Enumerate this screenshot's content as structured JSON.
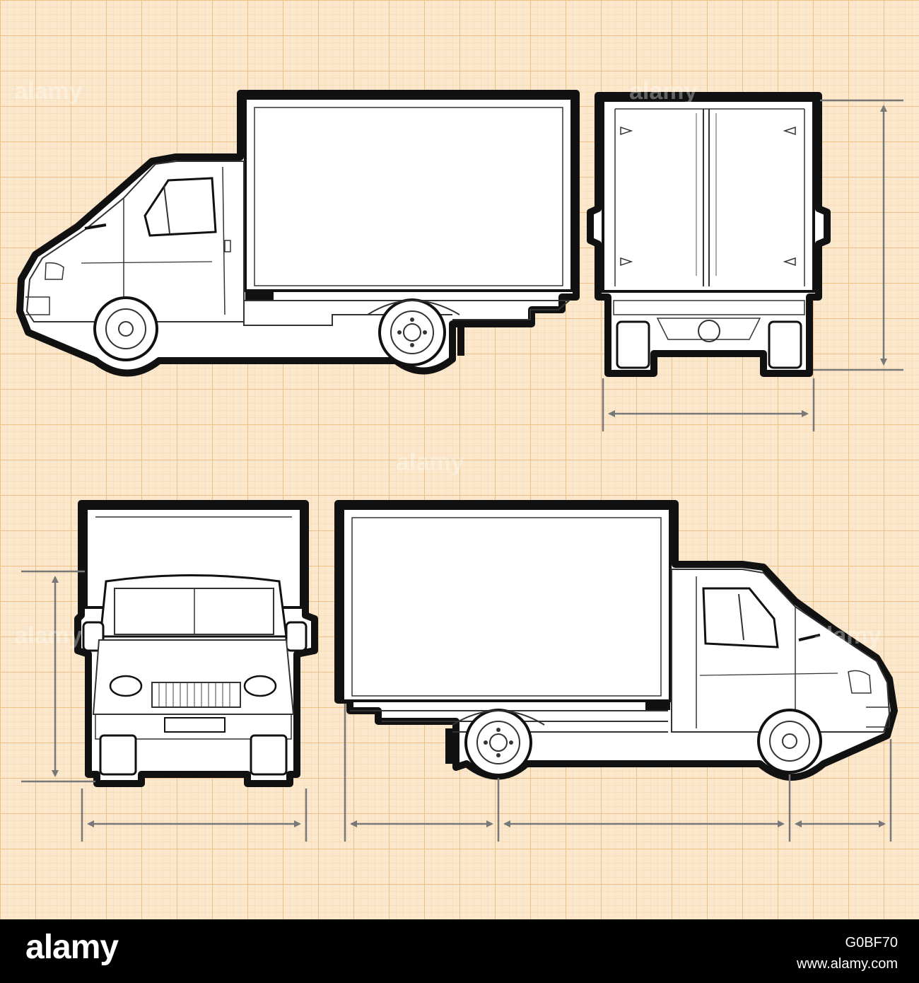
{
  "footer": {
    "brand": "alamy",
    "image_id": "G0BF70",
    "url": "www.alamy.com"
  },
  "watermark": "alamy",
  "views": [
    "side-view-left",
    "rear-view",
    "front-view",
    "side-view-right"
  ],
  "colors": {
    "paper": "#fbe6c6",
    "grid_major": "#f0c58e",
    "grid_minor": "#f6d8b0",
    "outline": "#111111",
    "dimension": "#777777",
    "footer_bg": "#000000"
  }
}
